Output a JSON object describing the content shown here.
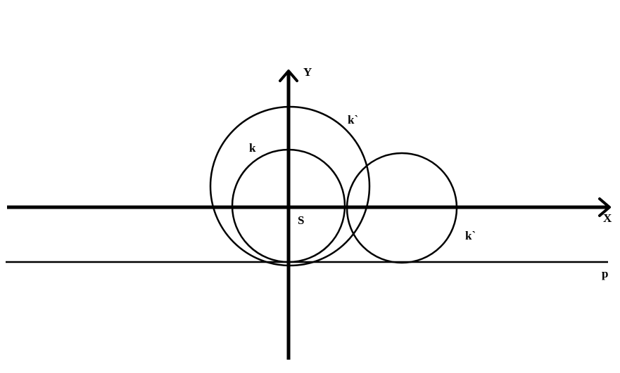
{
  "labels": {
    "y_axis": "Y",
    "x_axis": "X",
    "circle_k": "k",
    "circle_k_prime_top": "k`",
    "circle_k_prime_right": "k`",
    "center": "S",
    "line_p": "p"
  },
  "colors": {
    "stroke": "#000000",
    "background": "#ffffff"
  }
}
